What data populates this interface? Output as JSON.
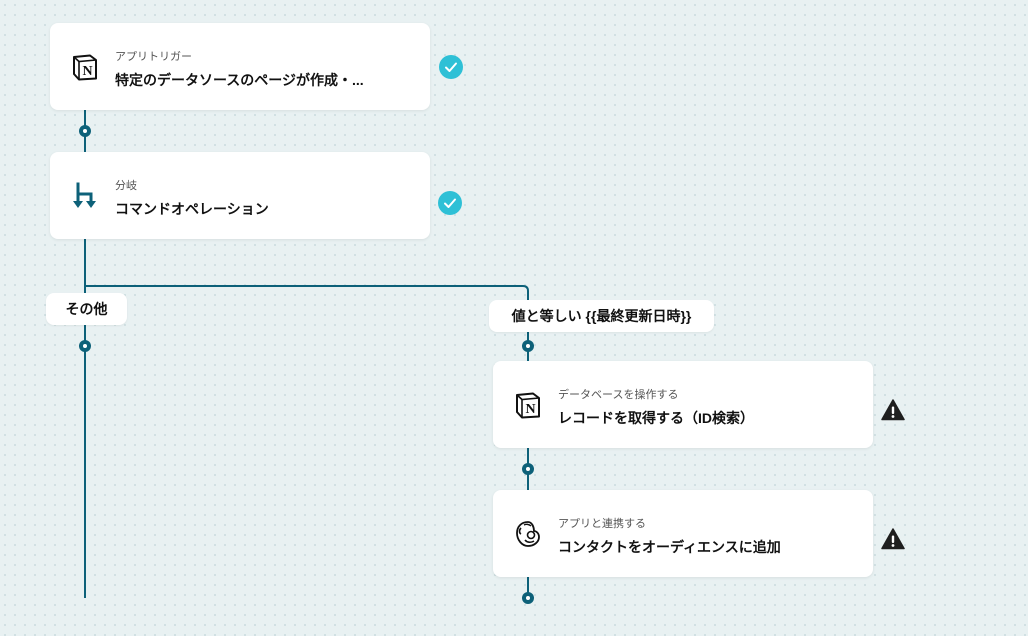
{
  "flow": {
    "steps": [
      {
        "sub": "アプリトリガー",
        "title": "特定のデータソースのページが作成・...",
        "icon": "notion-icon",
        "status": "check-icon"
      },
      {
        "sub": "分岐",
        "title": "コマンドオペレーション",
        "icon": "branch-icon",
        "status": "check-icon"
      }
    ],
    "branches": {
      "left_label": "その他",
      "right_label": "値と等しい {{最終更新日時}}",
      "right_steps": [
        {
          "sub": "データベースを操作する",
          "title": "レコードを取得する（ID検索）",
          "icon": "notion-icon",
          "status": "warning-icon"
        },
        {
          "sub": "アプリと連携する",
          "title": "コンタクトをオーディエンスに追加",
          "icon": "mailchimp-icon",
          "status": "warning-icon"
        }
      ]
    }
  },
  "colors": {
    "line": "#0d6179",
    "check": "#2ec0d6",
    "warning": "#1f1f1f",
    "background": "#e8f1f2"
  }
}
